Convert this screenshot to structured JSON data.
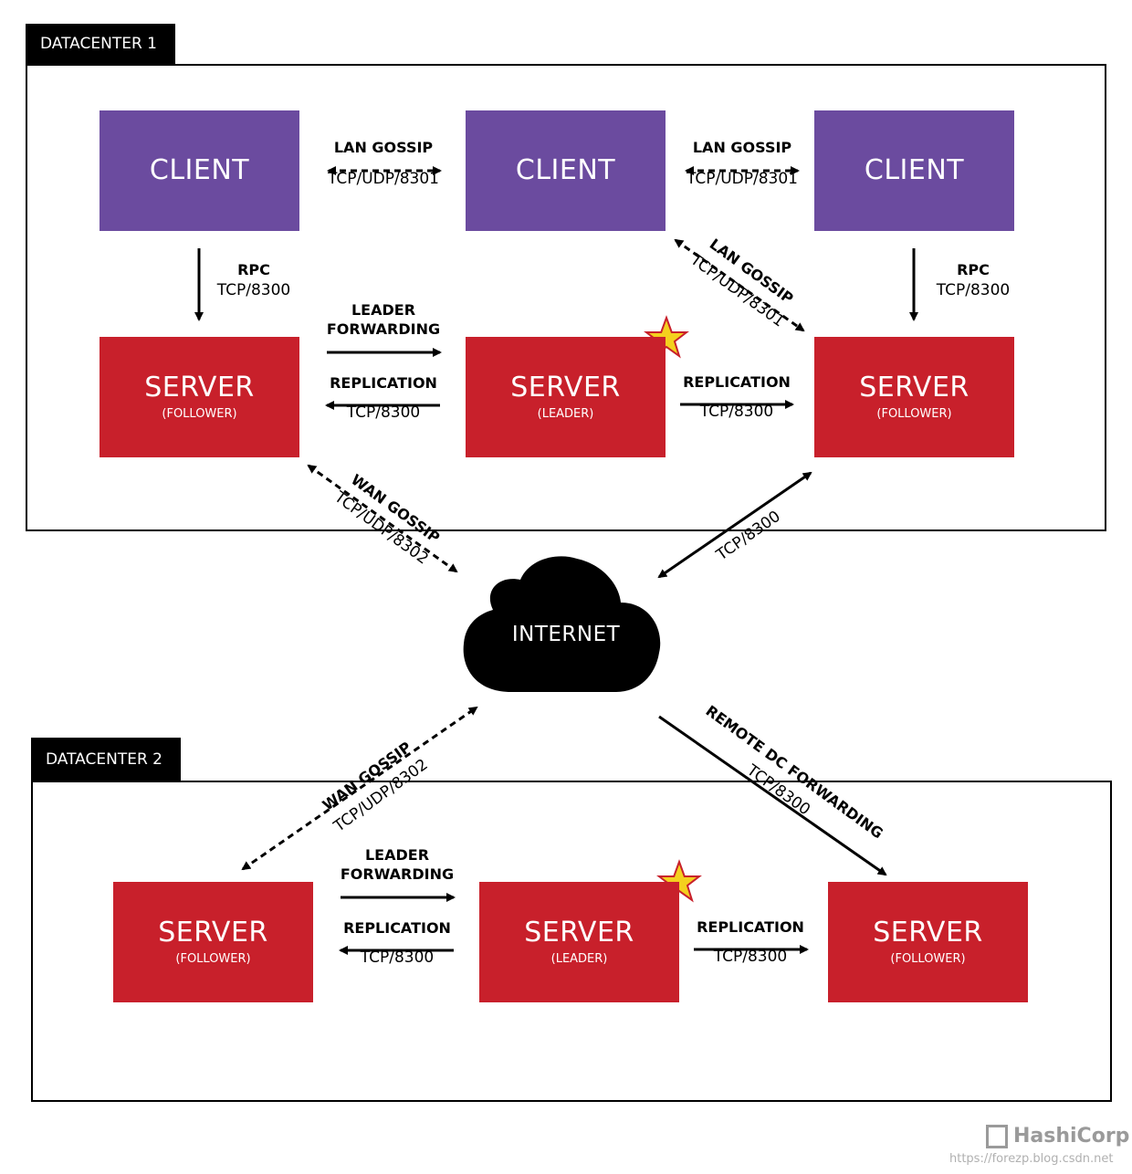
{
  "datacenter1": {
    "label": "DATACENTER 1"
  },
  "datacenter2": {
    "label": "DATACENTER 2"
  },
  "nodes": {
    "client1": {
      "title": "CLIENT"
    },
    "client2": {
      "title": "CLIENT"
    },
    "client3": {
      "title": "CLIENT"
    },
    "dc1_server_follower_a": {
      "title": "SERVER",
      "role": "(FOLLOWER)"
    },
    "dc1_server_leader": {
      "title": "SERVER",
      "role": "(LEADER)"
    },
    "dc1_server_follower_b": {
      "title": "SERVER",
      "role": "(FOLLOWER)"
    },
    "dc2_server_follower_a": {
      "title": "SERVER",
      "role": "(FOLLOWER)"
    },
    "dc2_server_leader": {
      "title": "SERVER",
      "role": "(LEADER)"
    },
    "dc2_server_follower_b": {
      "title": "SERVER",
      "role": "(FOLLOWER)"
    }
  },
  "edges": {
    "lan_gossip_1": {
      "name": "LAN GOSSIP",
      "port": "TCP/UDP/8301"
    },
    "lan_gossip_2": {
      "name": "LAN GOSSIP",
      "port": "TCP/UDP/8301"
    },
    "lan_gossip_diag": {
      "name": "LAN GOSSIP",
      "port": "TCP/UDP/8301"
    },
    "rpc_1": {
      "name": "RPC",
      "port": "TCP/8300"
    },
    "rpc_2": {
      "name": "RPC",
      "port": "TCP/8300"
    },
    "dc1_leader_forwarding": {
      "name_line1": "LEADER",
      "name_line2": "FORWARDING"
    },
    "dc1_replication_left": {
      "name": "REPLICATION",
      "port": "TCP/8300"
    },
    "dc1_replication_right": {
      "name": "REPLICATION",
      "port": "TCP/8300"
    },
    "wan_gossip_dc1": {
      "name": "WAN GOSSIP",
      "port": "TCP/UDP/8302"
    },
    "internet_to_follower": {
      "port": "TCP/8300"
    },
    "wan_gossip_dc2": {
      "name": "WAN GOSSIP",
      "port": "TCP/UDP/8302"
    },
    "remote_dc_forwarding": {
      "name": "REMOTE DC FORWARDING",
      "port": "TCP/8300"
    },
    "dc2_leader_forwarding": {
      "name_line1": "LEADER",
      "name_line2": "FORWARDING"
    },
    "dc2_replication_left": {
      "name": "REPLICATION",
      "port": "TCP/8300"
    },
    "dc2_replication_right": {
      "name": "REPLICATION",
      "port": "TCP/8300"
    }
  },
  "internet": {
    "label": "INTERNET"
  },
  "branding": {
    "name": "HashiCorp",
    "watermark": "https://forezp.blog.csdn.net"
  },
  "colors": {
    "client": "#6b4b9f",
    "server": "#c8202b",
    "star": "#f4d01e",
    "line": "#000000"
  }
}
